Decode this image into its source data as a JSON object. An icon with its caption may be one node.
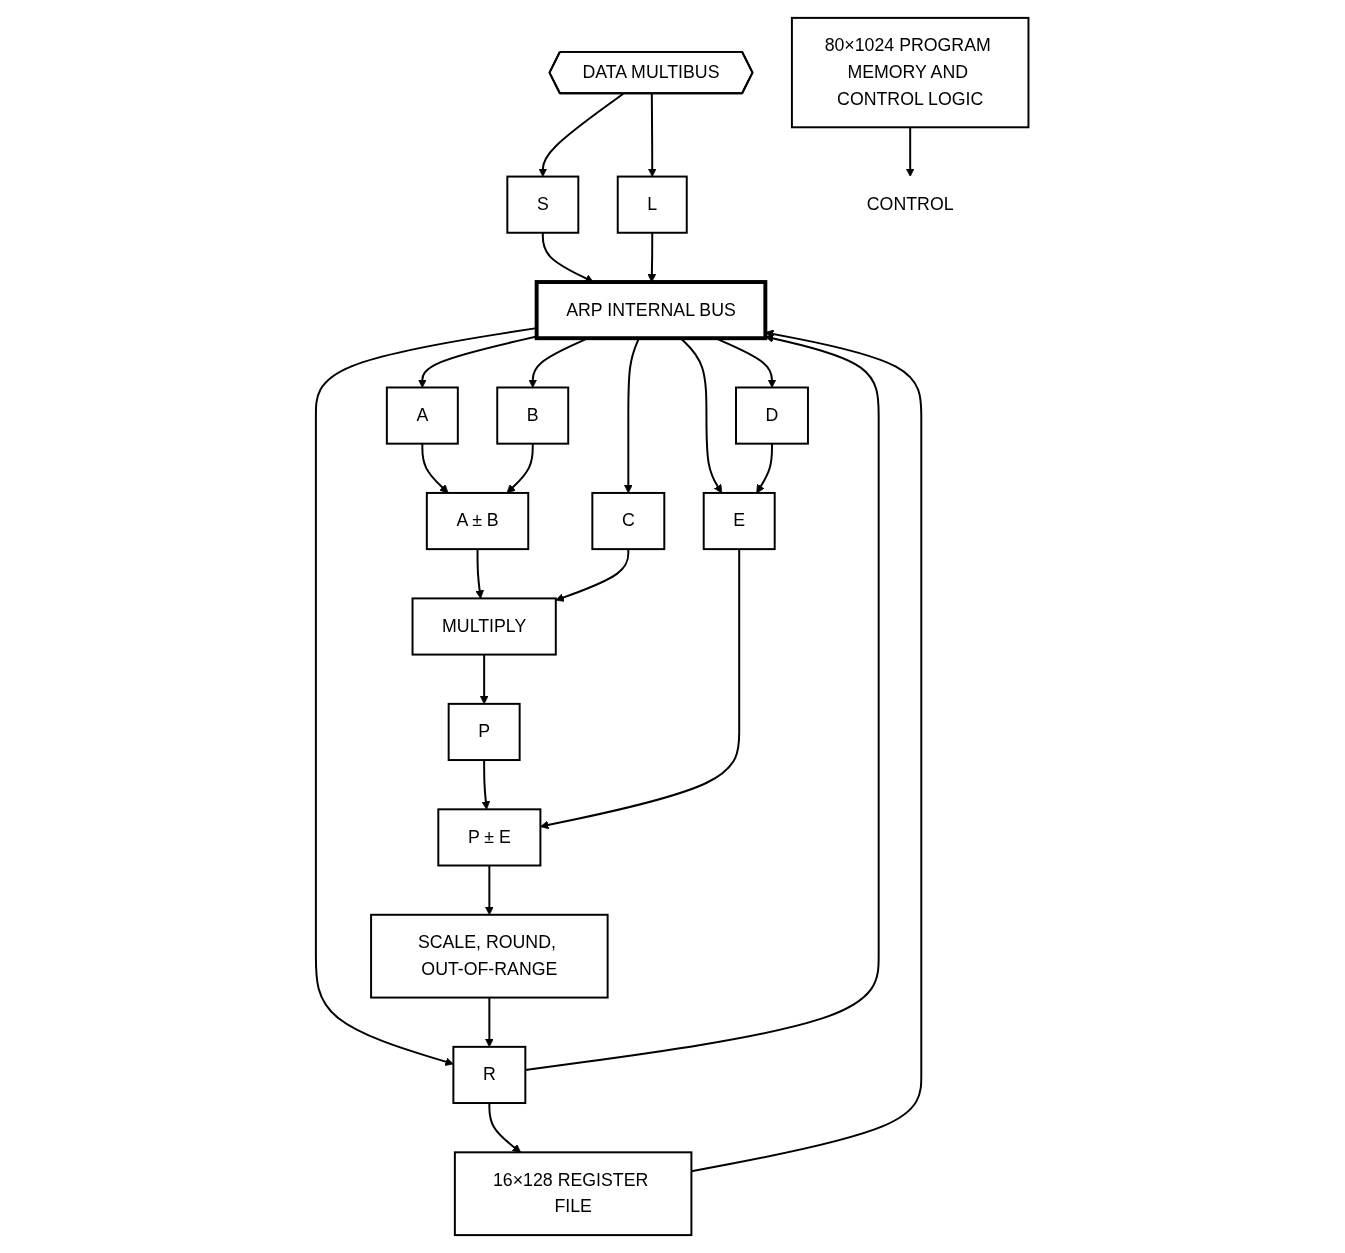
{
  "diagram": {
    "nodes": [
      {
        "text": [
          "DATA MULTIBUS"
        ]
      },
      {
        "text": [
          "S"
        ]
      },
      {
        "text": [
          "L"
        ]
      },
      {
        "text": [
          "ARP INTERNAL BUS"
        ]
      },
      {
        "text": [
          "A"
        ]
      },
      {
        "text": [
          "B"
        ]
      },
      {
        "text": [
          "C"
        ]
      },
      {
        "text": [
          "D"
        ]
      },
      {
        "text": [
          "R"
        ]
      },
      {
        "text": [
          "16×128 REGISTER FILE"
        ]
      },
      {
        "text": [
          "A ± B"
        ]
      },
      {
        "text": [
          "MULTIPLY"
        ]
      },
      {
        "text": [
          "SCALE, ROUND, OUT-OF-RANGE"
        ]
      },
      {
        "text": [
          "P"
        ]
      },
      {
        "text": [
          "E"
        ]
      },
      {
        "text": [
          "P ± E"
        ]
      },
      {
        "text": [
          "CONTROL"
        ]
      },
      {
        "text": [
          "80×1024 PROGRAM MEMORY AND CONTROL LOGIC"
        ]
      }
    ],
    "edges": [
      {
        "from": 0,
        "to": 1,
        "arrow": "to"
      },
      {
        "from": 0,
        "to": 2,
        "arrow": "to"
      },
      {
        "from": 1,
        "to": 3,
        "arrow": "to"
      },
      {
        "from": 2,
        "to": 3,
        "arrow": "to"
      },
      {
        "from": 3,
        "to": 4,
        "arrow": "to"
      },
      {
        "from": 3,
        "to": 5,
        "arrow": "to"
      },
      {
        "from": 3,
        "to": 6,
        "arrow": "to"
      },
      {
        "from": 3,
        "to": 7,
        "arrow": "to"
      },
      {
        "from": 3,
        "to": 14,
        "arrow": "to"
      },
      {
        "from": 3,
        "to": 8,
        "arrow": "to"
      },
      {
        "from": 8,
        "to": 3,
        "arrow": "to"
      },
      {
        "from": 9,
        "to": 3,
        "arrow": "to"
      },
      {
        "from": 8,
        "to": 9,
        "arrow": "to"
      },
      {
        "from": 4,
        "to": 10,
        "arrow": "to"
      },
      {
        "from": 5,
        "to": 10,
        "arrow": "to"
      },
      {
        "from": 10,
        "to": 11,
        "arrow": "to"
      },
      {
        "from": 6,
        "to": 11,
        "arrow": "to"
      },
      {
        "from": 11,
        "to": 13,
        "arrow": "to"
      },
      {
        "from": 7,
        "to": 14,
        "arrow": "to"
      },
      {
        "from": 13,
        "to": 15,
        "arrow": "to"
      },
      {
        "from": 14,
        "to": 15,
        "arrow": "to"
      },
      {
        "from": 15,
        "to": 12,
        "arrow": "to"
      },
      {
        "from": 12,
        "to": 8,
        "arrow": "to"
      },
      {
        "from": 17,
        "to": 16,
        "arrow": "to"
      }
    ]
  }
}
